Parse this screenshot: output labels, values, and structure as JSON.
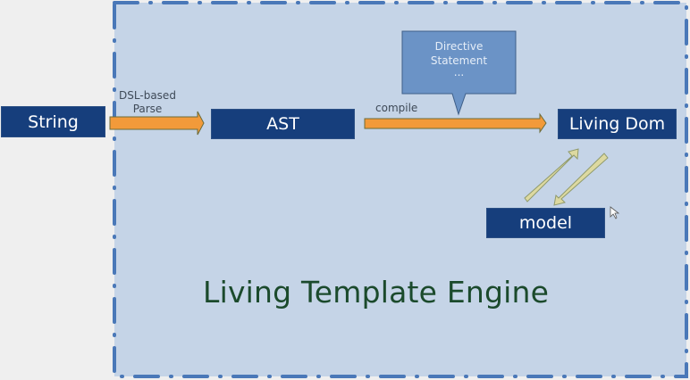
{
  "colors": {
    "background": "#efefef",
    "frame_fill": "#c5d4e7",
    "frame_border": "#4a78b8",
    "box_fill": "#163e7c",
    "box_text": "#ffffff",
    "arrow_orange": "#f29a3a",
    "arrow_orange_stroke": "#6b6b3a",
    "arrow_cream": "#ddd9a0",
    "callout_fill": "#6b93c6",
    "title_color": "#1b4a2c"
  },
  "nodes": {
    "string": "String",
    "ast": "AST",
    "living_dom": "Living Dom",
    "model": "model"
  },
  "edges": {
    "parse_label_line1": "DSL-based",
    "parse_label_line2": "Parse",
    "compile_label": "compile"
  },
  "callout": {
    "line1": "Directive",
    "line2": "Statement",
    "line3": "..."
  },
  "title": "Living Template Engine",
  "icons": {
    "cursor": "mouse-pointer"
  }
}
